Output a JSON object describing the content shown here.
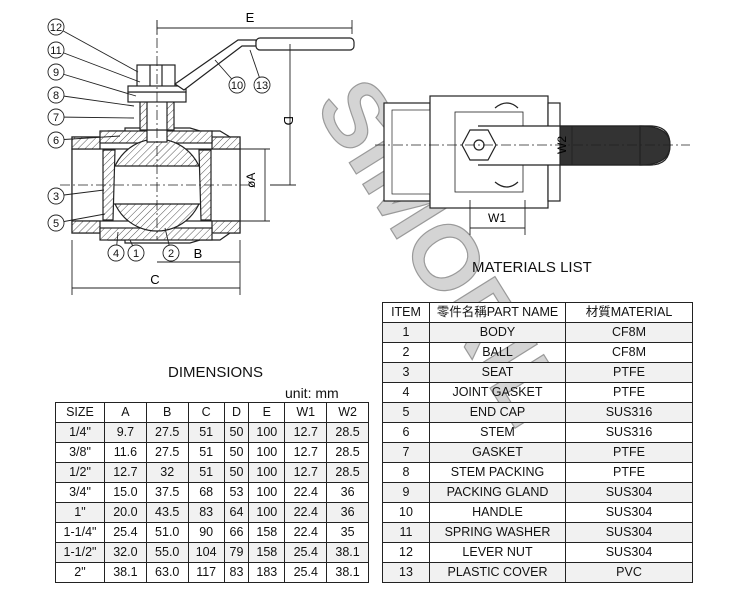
{
  "watermark": "SIMORIL",
  "dimension_labels": {
    "E": "E",
    "D": "D",
    "A": "øA",
    "B": "B",
    "C": "C",
    "W1": "W1",
    "W2": "W2"
  },
  "callouts": [
    "12",
    "11",
    "9",
    "8",
    "7",
    "6",
    "3",
    "5",
    "4",
    "1",
    "2",
    "10",
    "13"
  ],
  "materials": {
    "title": "MATERIALS LIST",
    "headers": [
      "ITEM",
      "零件名稱PART NAME",
      "材質MATERIAL"
    ],
    "rows": [
      [
        "1",
        "BODY",
        "CF8M"
      ],
      [
        "2",
        "BALL",
        "CF8M"
      ],
      [
        "3",
        "SEAT",
        "PTFE"
      ],
      [
        "4",
        "JOINT GASKET",
        "PTFE"
      ],
      [
        "5",
        "END CAP",
        "SUS316"
      ],
      [
        "6",
        "STEM",
        "SUS316"
      ],
      [
        "7",
        "GASKET",
        "PTFE"
      ],
      [
        "8",
        "STEM PACKING",
        "PTFE"
      ],
      [
        "9",
        "PACKING GLAND",
        "SUS304"
      ],
      [
        "10",
        "HANDLE",
        "SUS304"
      ],
      [
        "11",
        "SPRING WASHER",
        "SUS304"
      ],
      [
        "12",
        "LEVER NUT",
        "SUS304"
      ],
      [
        "13",
        "PLASTIC COVER",
        "PVC"
      ]
    ]
  },
  "dimensions": {
    "title": "DIMENSIONS",
    "unit": "unit: mm",
    "headers": [
      "SIZE",
      "A",
      "B",
      "C",
      "D",
      "E",
      "W1",
      "W2"
    ],
    "rows": [
      [
        "1/4\"",
        "9.7",
        "27.5",
        "51",
        "50",
        "100",
        "12.7",
        "28.5"
      ],
      [
        "3/8\"",
        "11.6",
        "27.5",
        "51",
        "50",
        "100",
        "12.7",
        "28.5"
      ],
      [
        "1/2\"",
        "12.7",
        "32",
        "51",
        "50",
        "100",
        "12.7",
        "28.5"
      ],
      [
        "3/4\"",
        "15.0",
        "37.5",
        "68",
        "53",
        "100",
        "22.4",
        "36"
      ],
      [
        "1\"",
        "20.0",
        "43.5",
        "83",
        "64",
        "100",
        "22.4",
        "36"
      ],
      [
        "1-1/4\"",
        "25.4",
        "51.0",
        "90",
        "66",
        "158",
        "22.4",
        "35"
      ],
      [
        "1-1/2\"",
        "32.0",
        "55.0",
        "104",
        "79",
        "158",
        "25.4",
        "38.1"
      ],
      [
        "2\"",
        "38.1",
        "63.0",
        "117",
        "83",
        "183",
        "25.4",
        "38.1"
      ]
    ]
  }
}
